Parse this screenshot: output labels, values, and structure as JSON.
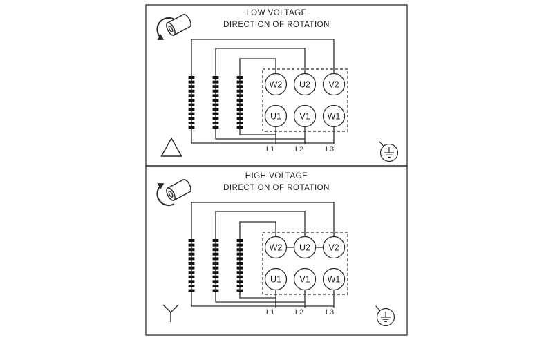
{
  "diagram": {
    "colors": {
      "line": "#2b2b2b",
      "background": "#ffffff",
      "terminal_fill": "#ffffff",
      "link_bar": "#0c0c0c"
    },
    "panels": [
      {
        "title": "LOW VOLTAGE",
        "subtitle": "DIRECTION OF ROTATION",
        "connection_symbol": "delta",
        "rotation": "counterclockwise",
        "terminals_top": [
          "W2",
          "U2",
          "V2"
        ],
        "terminals_bottom": [
          "U1",
          "V1",
          "W1"
        ],
        "supply_lines": [
          "L1",
          "L2",
          "L3"
        ]
      },
      {
        "title": "HIGH VOLTAGE",
        "subtitle": "DIRECTION OF ROTATION",
        "connection_symbol": "wye",
        "rotation": "clockwise",
        "terminals_top": [
          "W2",
          "U2",
          "V2"
        ],
        "terminals_bottom": [
          "U1",
          "V1",
          "W1"
        ],
        "supply_lines": [
          "L1",
          "L2",
          "L3"
        ]
      }
    ]
  }
}
